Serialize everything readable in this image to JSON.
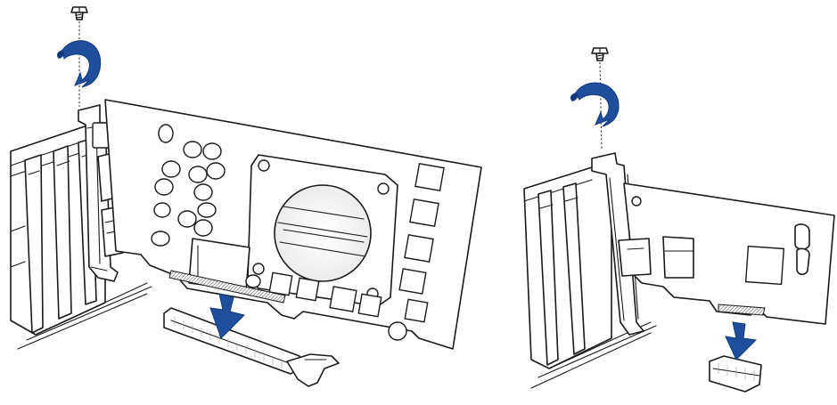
{
  "figure": {
    "panels": [
      {
        "id": "left",
        "card": "full-height-graphics-card",
        "slot": "pcie-x16-slot"
      },
      {
        "id": "right",
        "card": "small-expansion-card",
        "slot": "pcie-x1-slot"
      }
    ],
    "colors": {
      "arrow_blue": "#1f4e9c",
      "arrow_blue_dark": "#123a7a",
      "line": "#1a1a1a",
      "fill": "#ffffff"
    },
    "icons": [
      "screw-icon",
      "rotate-arrow-icon",
      "insert-arrow-icon"
    ]
  }
}
